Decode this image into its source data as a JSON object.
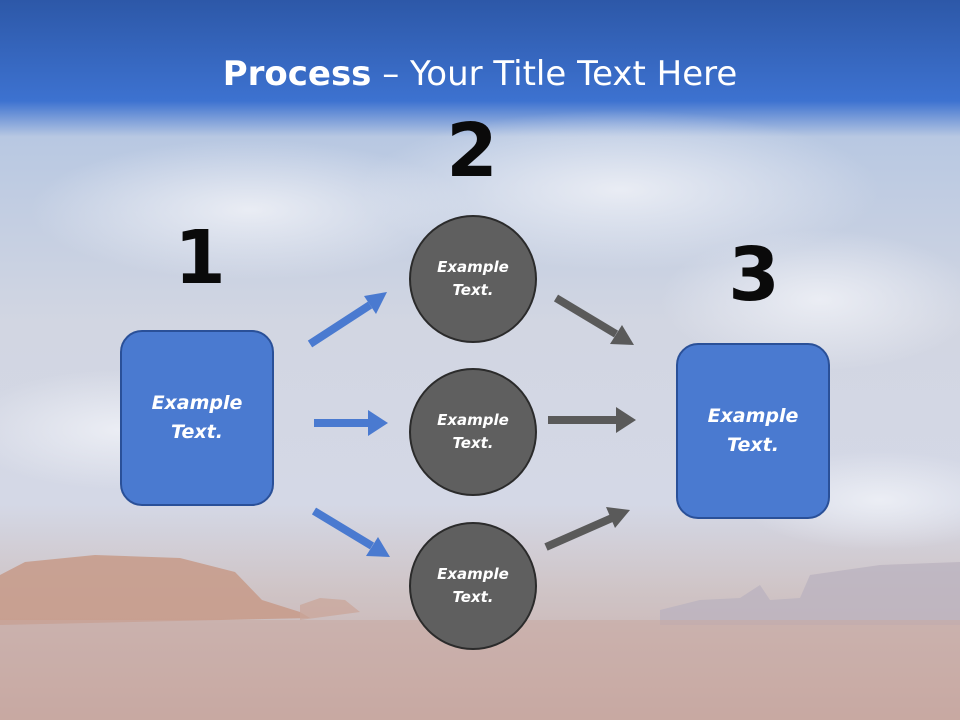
{
  "slide": {
    "title_bold": "Process",
    "title_rest": " – Your Title Text Here"
  },
  "steps": {
    "step1_number": "1",
    "step2_number": "2",
    "step3_number": "3"
  },
  "nodes": {
    "left_box": "Example\nText.",
    "circle_top": "Example\nText.",
    "circle_middle": "Example\nText.",
    "circle_bottom": "Example\nText.",
    "right_box": "Example\nText."
  },
  "colors": {
    "title_band": "#3568c8",
    "box_fill": "#4a7ad0",
    "circle_fill": "#5f5f5f",
    "blue_arrow": "#4a7ad0",
    "gray_arrow": "#5a5a5a"
  }
}
